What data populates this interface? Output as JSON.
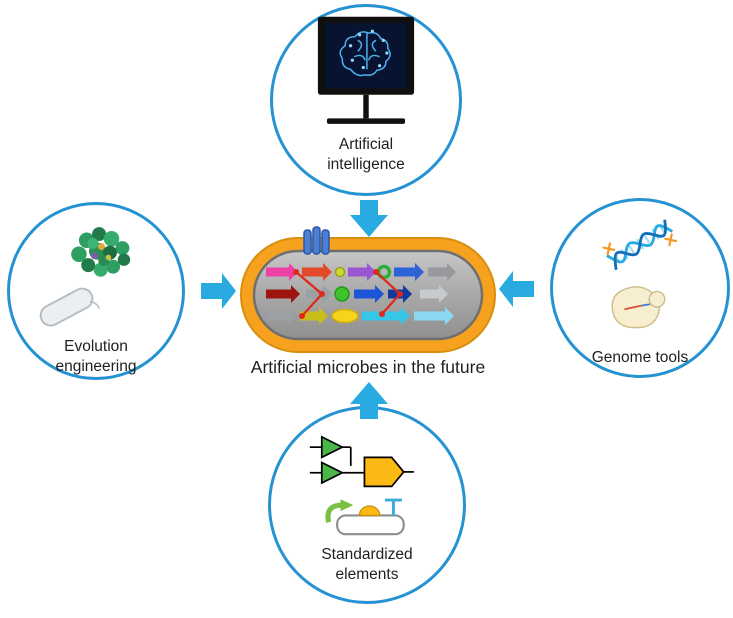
{
  "diagram": {
    "center": {
      "label": "Artificial microbes in the future"
    },
    "nodes": [
      {
        "id": "artificial-intelligence",
        "label": "Artificial\nintelligence",
        "position": "top",
        "icon": "ai-monitor-icon"
      },
      {
        "id": "evolution-engineering",
        "label": "Evolution\nengineering",
        "position": "left",
        "icon": "protein-bacterium-icon"
      },
      {
        "id": "genome-tools",
        "label": "Genome tools",
        "position": "right",
        "icon": "dna-scissors-yeast-icon"
      },
      {
        "id": "standardized-elements",
        "label": "Standardized\nelements",
        "position": "bottom",
        "icon": "genetic-circuit-icon"
      }
    ],
    "connections": [
      {
        "from": "artificial-intelligence",
        "to": "center",
        "direction": "down"
      },
      {
        "from": "evolution-engineering",
        "to": "center",
        "direction": "right"
      },
      {
        "from": "genome-tools",
        "to": "center",
        "direction": "left"
      },
      {
        "from": "standardized-elements",
        "to": "center",
        "direction": "up"
      }
    ],
    "colors": {
      "circle_stroke": "#2593d2",
      "arrow_blue": "#29abe2",
      "microbe_outer": "#f6a21e",
      "microbe_inner": "#a6a6a6",
      "text": "#1f1f1f"
    }
  }
}
